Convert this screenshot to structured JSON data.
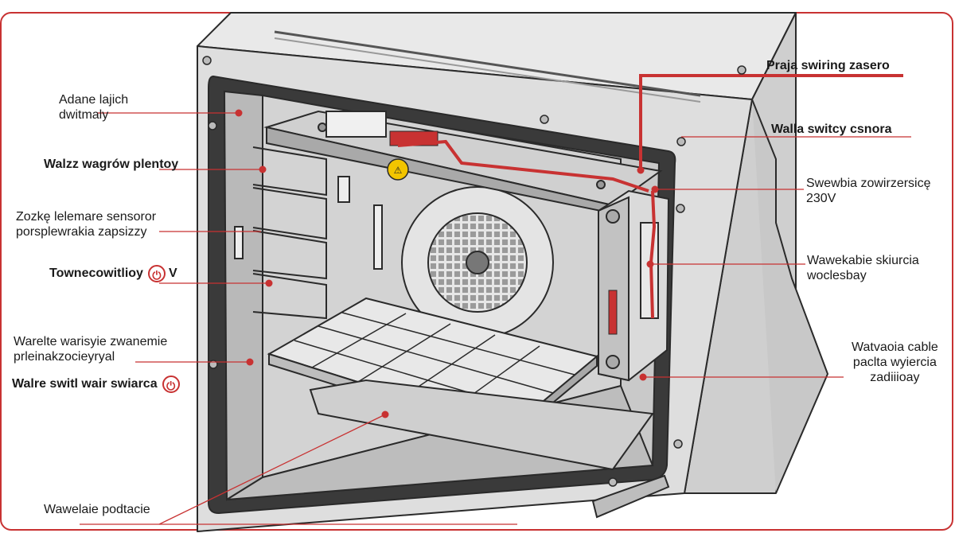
{
  "labels": {
    "l1": {
      "line1": "Adane lajich",
      "line2": "dwitmaly"
    },
    "l2": {
      "text": "Walzz wagrów plentoy"
    },
    "l3": {
      "line1": "Zozkę lelemare sensoror",
      "line2": "porsplewrakia zapsizzy"
    },
    "l4": {
      "text": "Townecowitlioy",
      "symbol": "V"
    },
    "l5": {
      "line1": "Warelte warisyie zwanemie",
      "line2": "prleinakzocieyryal"
    },
    "l6": {
      "text": "Walre switl wair swiarca"
    },
    "l7": {
      "text": "Wawelaie podtacie"
    },
    "r1": {
      "text": "Praja swiring zasero"
    },
    "r2": {
      "text": "Walla switcy csnora"
    },
    "r3": {
      "line1": "Swewbia zowirzersicę",
      "line2": "230V"
    },
    "r4": {
      "line1": "Wawekabie skiurcia",
      "line2": "woclesbay"
    },
    "r5": {
      "line1": "Watvaoia cable",
      "line2": "paclta wyiercia",
      "line3": "zadiiioay"
    }
  },
  "colors": {
    "accent": "#c83232",
    "warning": "#f2c500",
    "metal": "#d8d8d8",
    "outline": "#2a2a2a"
  },
  "icons": [
    "warning-icon",
    "power-icon",
    "fan-icon"
  ]
}
